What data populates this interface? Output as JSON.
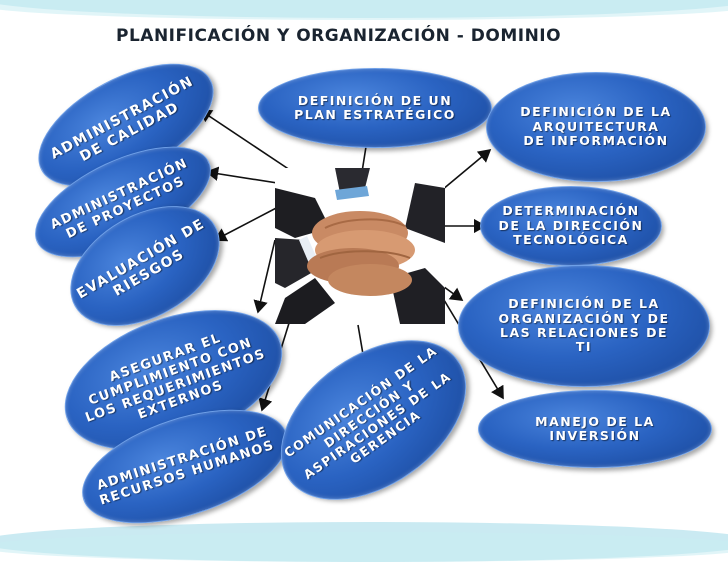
{
  "title": "Planificación y organización - Dominio",
  "colors": {
    "oval": "#2a63c2",
    "oval_edge": "#6fa0e8",
    "title": "#1a2430",
    "arrow": "#111111"
  },
  "nodes": {
    "admin_calidad": "Administración\nde calidad",
    "admin_proyectos": "Administración\nde proyectos",
    "evaluacion_riesgos": "Evaluación de\nriesgos",
    "asegurar_cumplimiento": "Asegurar el\ncumplimiento con\nlos requerimientos\nexternos",
    "admin_rrhh": "Administración de\nrecursos humanos",
    "comunicacion": "Comunicación de la\ndirección y\naspiraciones de la\ngerencia",
    "plan_estrategico": "Definición de un\nplan estratégico",
    "arquitectura": "Definición de la\narquitectura\nde información",
    "direccion_tecnologica": "Determinación\nde la dirección\ntecnológica",
    "organizacion_relaciones": "Definición de la\norganización y de\nlas relaciones de\nTI",
    "inversion": "Manejo de la\ninversión"
  },
  "center_image": "hands-together-image"
}
